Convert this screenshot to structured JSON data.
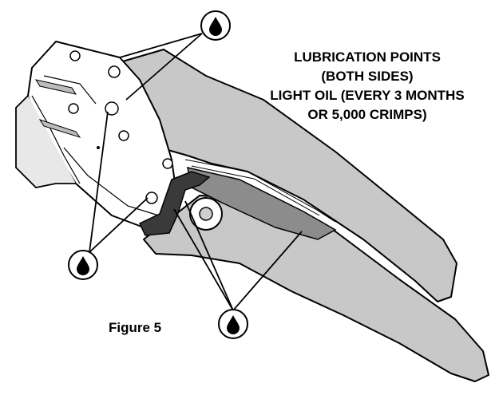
{
  "caption": {
    "line1": "LUBRICATION POINTS",
    "line2": "(BOTH SIDES)",
    "line3": "LIGHT OIL (EVERY 3 MONTHS",
    "line4": "OR 5,000 CRIMPS)"
  },
  "figure_label": "Figure 5",
  "icons": {
    "callout": "oil-drop-icon"
  },
  "colors": {
    "handle_fill": "#c8c8c8",
    "handle_shade": "#8c8c8c",
    "line": "#000000",
    "background": "#ffffff"
  }
}
